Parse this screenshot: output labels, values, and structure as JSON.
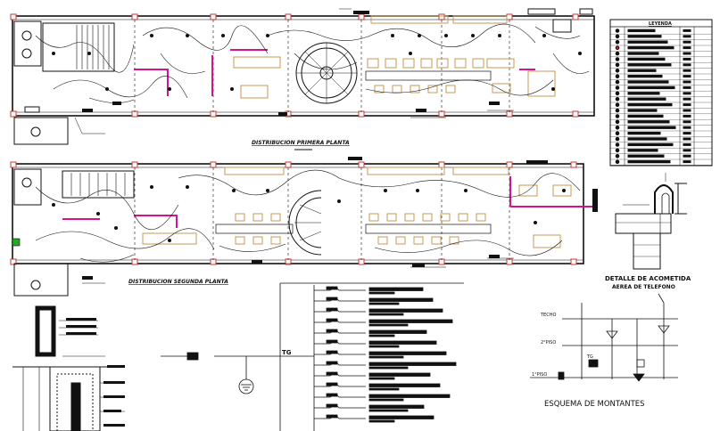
{
  "titles": {
    "plan1": "DISTRIBUCION PRIMERA PLANTA",
    "plan2": "DISTRIBUCION SEGUNDA PLANTA",
    "legend": "LEYENDA",
    "detail_line1": "DETALLE DE ACOMETIDA",
    "detail_line2": "AEREA DE TELEFONO",
    "risers": "ESQUEMA DE MONTANTES"
  },
  "riser_levels": {
    "techo": "TECHO",
    "piso2": "2°PISO",
    "piso1": "1°PISO"
  },
  "board_labels": {
    "tg": "TG",
    "tg_small": "TG"
  },
  "colors": {
    "ink": "#111111",
    "partition": "#d4148c",
    "furniture": "#c79a55",
    "legend_bar": "#111111",
    "grid": "#cc3333"
  },
  "legend_symbols": [
    "outlet-icon",
    "switch-icon",
    "light-icon",
    "star-icon",
    "fan-icon",
    "tv-icon",
    "phone-icon",
    "data-icon",
    "board-icon",
    "meter-icon",
    "emergency-icon",
    "bell-icon",
    "intercom-icon",
    "sensor-icon",
    "ground-icon",
    "smoke-icon",
    "alarm-icon",
    "speaker-icon",
    "camera-icon",
    "panel-icon",
    "circle-icon",
    "dot-icon",
    "ring-icon",
    "square-icon"
  ]
}
